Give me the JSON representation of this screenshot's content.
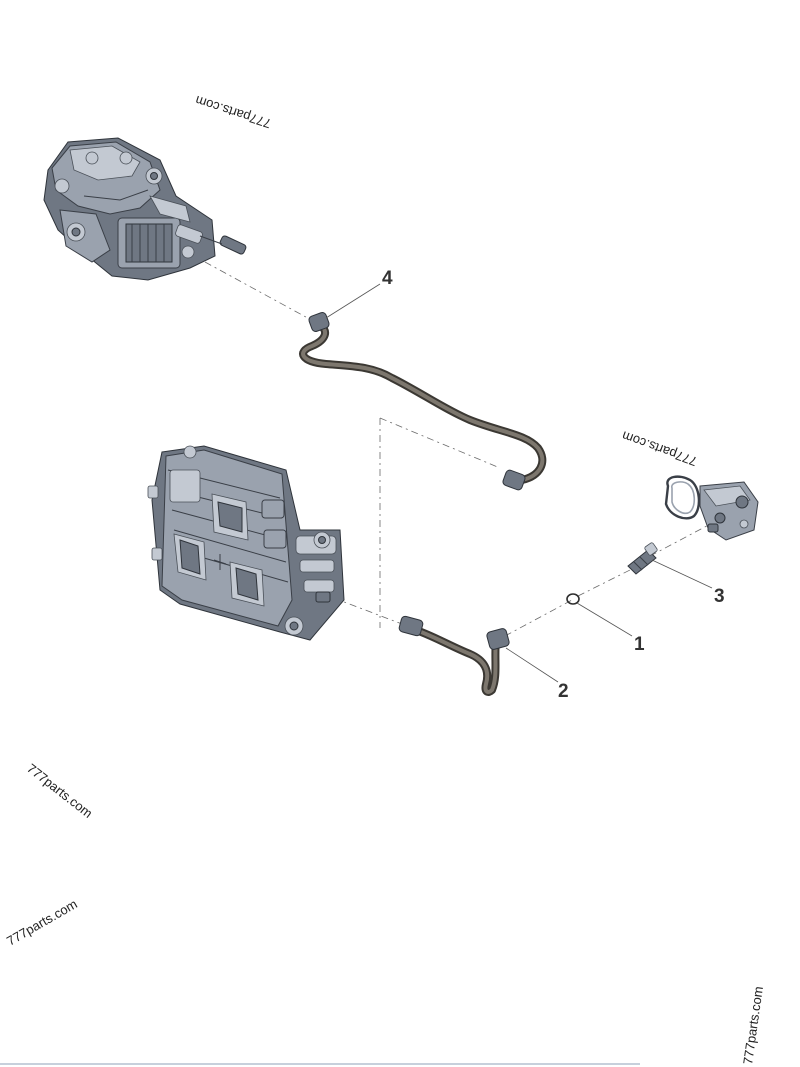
{
  "callouts": [
    {
      "id": "1",
      "label": "1"
    },
    {
      "id": "2",
      "label": "2"
    },
    {
      "id": "3",
      "label": "3"
    },
    {
      "id": "4",
      "label": "4"
    }
  ],
  "watermarks": [
    {
      "text": "777parts.com"
    },
    {
      "text": "777parts.com"
    },
    {
      "text": "777parts.com"
    },
    {
      "text": "777parts.com"
    },
    {
      "text": "777parts.com"
    }
  ],
  "colors": {
    "background": "#ffffff",
    "hose": "#3b3833",
    "metal": "#9aa2ae",
    "callout_text": "#333333"
  }
}
